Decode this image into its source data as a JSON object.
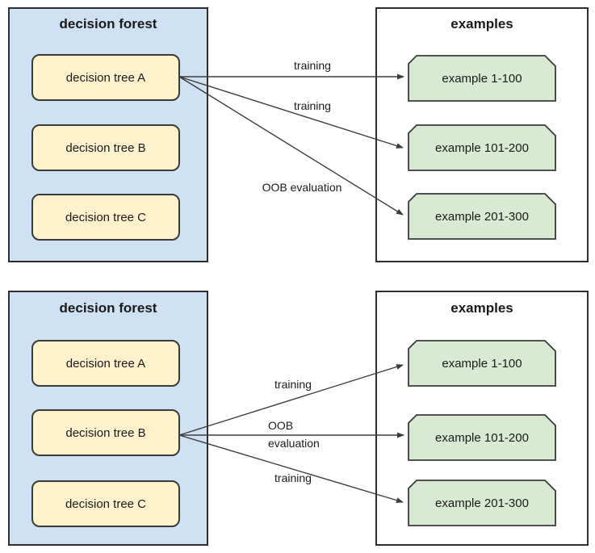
{
  "colors": {
    "forest_fill": "#cfe2f3",
    "tree_fill": "#fff2cc",
    "example_fill": "#d9ead3",
    "examples_container_fill": "#ffffff",
    "container_border": "#2d2d2d",
    "node_border": "#3b3b3b",
    "arrow": "#3c3c3c"
  },
  "panels": [
    {
      "forest": {
        "title": "decision forest",
        "trees": [
          "decision tree A",
          "decision tree B",
          "decision tree C"
        ]
      },
      "examples": {
        "title": "examples",
        "items": [
          "example 1-100",
          "example 101-200",
          "example 201-300"
        ]
      },
      "arrows": [
        {
          "text": "training"
        },
        {
          "text": "training"
        },
        {
          "text": "OOB evaluation"
        }
      ]
    },
    {
      "forest": {
        "title": "decision forest",
        "trees": [
          "decision tree A",
          "decision tree B",
          "decision tree C"
        ]
      },
      "examples": {
        "title": "examples",
        "items": [
          "example 1-100",
          "example 101-200",
          "example 201-300"
        ]
      },
      "arrows": [
        {
          "text": "training"
        },
        {
          "line1": "OOB",
          "line2": "evaluation"
        },
        {
          "text": "training"
        }
      ]
    }
  ]
}
